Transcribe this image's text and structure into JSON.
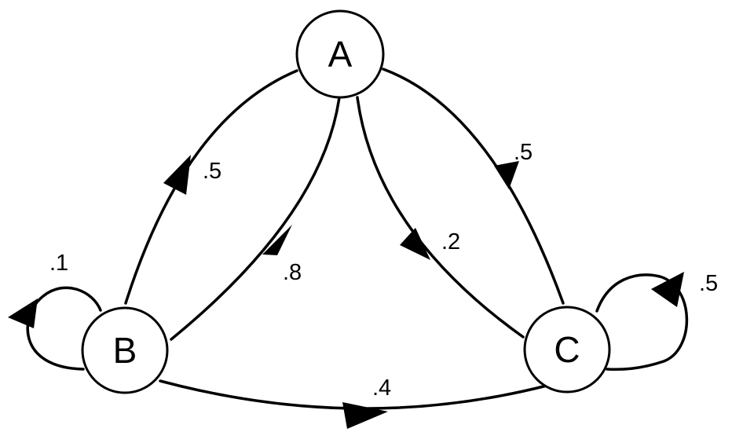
{
  "nodes": {
    "a": {
      "label": "A"
    },
    "b": {
      "label": "B"
    },
    "c": {
      "label": "C"
    }
  },
  "edges": {
    "a_to_b": {
      "from": "A",
      "to": "B",
      "label": ".8"
    },
    "b_to_a": {
      "from": "B",
      "to": "A",
      "label": ".5"
    },
    "a_to_c": {
      "from": "A",
      "to": "C",
      "label": ".2"
    },
    "c_to_a": {
      "from": "C",
      "to": "A",
      "label": ".5"
    },
    "b_to_c": {
      "from": "B",
      "to": "C",
      "label": ".4"
    },
    "b_to_b": {
      "from": "B",
      "to": "B",
      "label": ".1"
    },
    "c_to_c": {
      "from": "C",
      "to": "C",
      "label": ".5"
    }
  }
}
